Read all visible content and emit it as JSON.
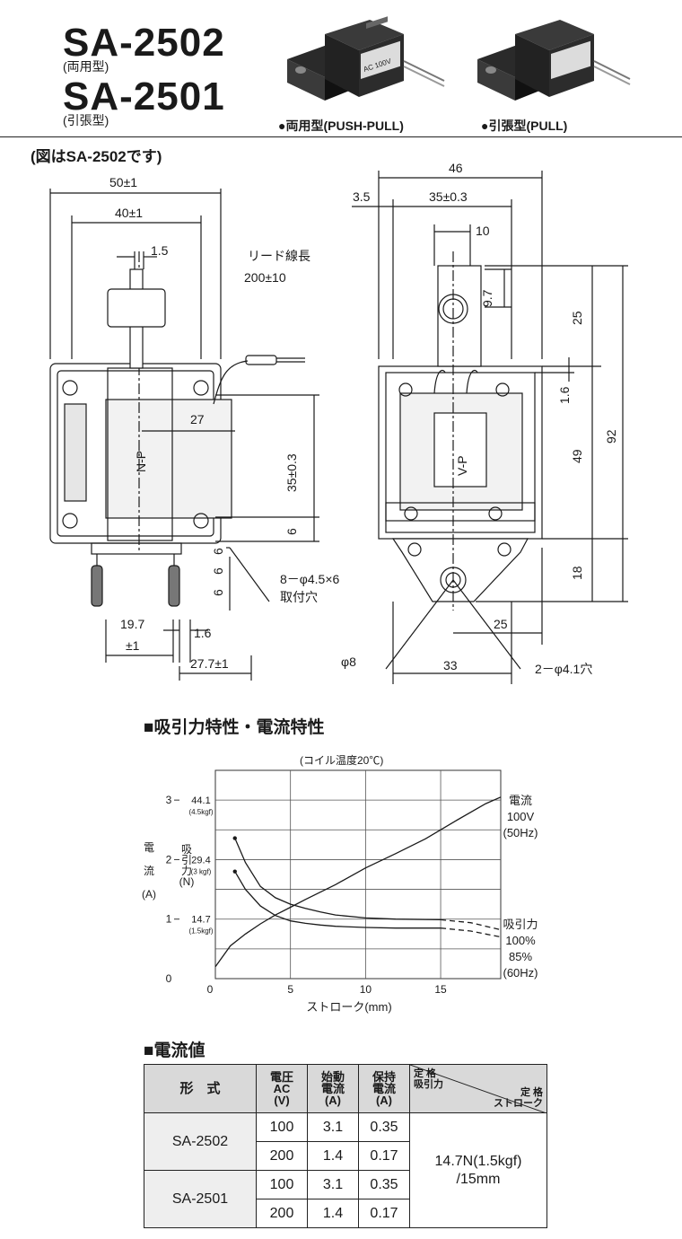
{
  "header": {
    "model1": "SA-2502",
    "model1_type": "(両用型)",
    "model2": "SA-2501",
    "model2_type": "(引張型)",
    "photo1_caption": "●両用型(PUSH-PULL)",
    "photo2_caption": "●引張型(PULL)",
    "coil_label": "AC 100V"
  },
  "drawing": {
    "note": "(図はSA-2502です)",
    "side_dims": {
      "w50": "50±1",
      "w40": "40±1",
      "t15": "1.5",
      "lead_label": "リード線長",
      "lead_len": "200±10",
      "d27": "27",
      "d35": "35±0.3",
      "d6": "6",
      "d6a": "6",
      "d6b": "6",
      "d6c": "6",
      "holes": "8－φ4.5×6",
      "holes2": "取付穴",
      "d197": "19.7",
      "d197b": "±1",
      "d16": "1.6",
      "d277": "27.7±1",
      "np": "N-P"
    },
    "front_dims": {
      "d46": "46",
      "d35": "35±0.3",
      "d35b": "3.5",
      "d10": "10",
      "d97": "9.7",
      "d25v": "25",
      "d16": "1.6",
      "d49": "49",
      "d92": "92",
      "d18": "18",
      "d25h": "25",
      "d33": "33",
      "phi8": "φ8",
      "holes": "2－φ4.1穴",
      "vp": "V-P"
    }
  },
  "section1": {
    "title": "■吸引力特性・電流特性",
    "subtitle": "(コイル温度20℃)"
  },
  "chart_data": {
    "type": "line",
    "title": "吸引力特性・電流特性",
    "subtitle": "(コイル温度20℃)",
    "xlabel": "ストローク(mm)",
    "x_ticks": [
      "0",
      "5",
      "10",
      "15"
    ],
    "xlim": [
      0,
      19
    ],
    "left_axis": {
      "label": [
        "電",
        "流",
        "(A)"
      ],
      "ticks": [
        "0",
        "1",
        "2",
        "3"
      ],
      "ylim": [
        0,
        3.5
      ]
    },
    "force_axis": {
      "label": [
        "吸",
        "引",
        "力",
        "(N)"
      ],
      "ticks": [
        {
          "n": "14.7",
          "kgf": "(1.5kgf)",
          "a": 1
        },
        {
          "n": "29.4",
          "kgf": "(3 kgf)",
          "a": 2
        },
        {
          "n": "44.1",
          "kgf": "(4.5kgf)",
          "a": 3
        }
      ]
    },
    "series": [
      {
        "name": "電流 100V (50Hz)",
        "label_lines": [
          "電流",
          "100V",
          "(50Hz)"
        ],
        "x": [
          0,
          1,
          2,
          3,
          4,
          5,
          6,
          8,
          10,
          12,
          14,
          16,
          18,
          19
        ],
        "y": [
          0.2,
          0.55,
          0.75,
          0.92,
          1.07,
          1.2,
          1.33,
          1.58,
          1.86,
          2.1,
          2.35,
          2.65,
          2.94,
          3.05
        ]
      },
      {
        "name": "吸引力 100%",
        "x": [
          1.3,
          2,
          3,
          4,
          5,
          6,
          7,
          8,
          10,
          12,
          15,
          17,
          19
        ],
        "y": [
          2.36,
          1.95,
          1.55,
          1.36,
          1.25,
          1.18,
          1.12,
          1.07,
          1.02,
          1.0,
          0.99,
          0.94,
          0.82
        ],
        "dashed_from_x": 15
      },
      {
        "name": "吸引力 85%",
        "x": [
          1.3,
          2,
          3,
          4,
          5,
          6,
          7,
          8,
          10,
          12,
          15,
          17,
          19
        ],
        "y": [
          1.8,
          1.5,
          1.22,
          1.06,
          0.97,
          0.93,
          0.9,
          0.88,
          0.86,
          0.85,
          0.85,
          0.8,
          0.7
        ],
        "dashed_from_x": 15
      }
    ],
    "right_labels": {
      "force": "吸引力",
      "p100": "100%",
      "p85": "85%",
      "freq": "(60Hz)"
    }
  },
  "section2": {
    "title": "■電流値"
  },
  "table": {
    "h_model": "形　式",
    "h_voltage": [
      "電圧",
      "AC",
      "(V)"
    ],
    "h_start": [
      "始動",
      "電流",
      "(A)"
    ],
    "h_hold": [
      "保持",
      "電流",
      "(A)"
    ],
    "h_force": [
      "定 格",
      "吸引力"
    ],
    "h_stroke": [
      "定 格",
      "ストローク"
    ],
    "rows": [
      {
        "model": "SA-2502",
        "v": "100",
        "s": "3.1",
        "h": "0.35"
      },
      {
        "v": "200",
        "s": "1.4",
        "h": "0.17"
      },
      {
        "model": "SA-2501",
        "v": "100",
        "s": "3.1",
        "h": "0.35"
      },
      {
        "v": "200",
        "s": "1.4",
        "h": "0.17"
      }
    ],
    "rated1": "14.7N(1.5kgf)",
    "rated2": "/15mm"
  }
}
